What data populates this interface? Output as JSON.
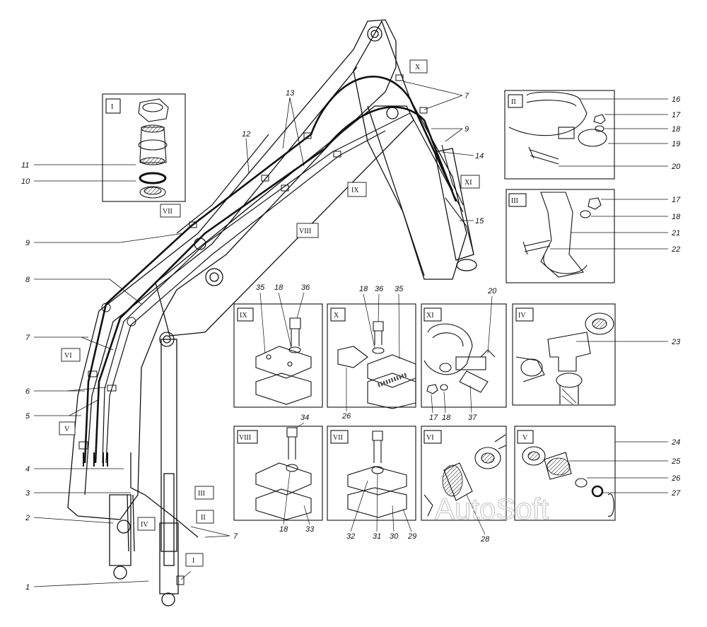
{
  "watermark": "AutoSoft",
  "main_labels": {
    "l1": "1",
    "l2": "2",
    "l3": "3",
    "l4": "4",
    "l5": "5",
    "l6": "6",
    "l7a": "7",
    "l7b": "7",
    "l7c": "7",
    "l8": "8",
    "l9a": "9",
    "l9b": "9",
    "l10": "10",
    "l11": "11",
    "l12": "12",
    "l13": "13",
    "l14": "14",
    "l15": "15"
  },
  "main_callouts": {
    "I": "I",
    "II": "II",
    "III": "III",
    "IV": "IV",
    "V": "V",
    "VI": "VI",
    "VII": "VII",
    "VIII": "VIII",
    "IX": "IX",
    "X": "X",
    "XI": "XI"
  },
  "detail_I": {
    "title": "I"
  },
  "detail_II": {
    "title": "II",
    "labels": [
      "16",
      "17",
      "18",
      "19",
      "20"
    ]
  },
  "detail_III": {
    "title": "III",
    "labels": [
      "17",
      "18",
      "21",
      "22"
    ]
  },
  "detail_IV": {
    "title": "IV",
    "labels": [
      "23"
    ]
  },
  "detail_V": {
    "title": "V",
    "labels": [
      "24",
      "25",
      "26",
      "27"
    ]
  },
  "detail_VI": {
    "title": "VI",
    "labels": [
      "28"
    ]
  },
  "detail_VII": {
    "title": "VII",
    "labels": [
      "32",
      "31",
      "30",
      "29"
    ]
  },
  "detail_VIII": {
    "title": "VIII",
    "labels": [
      "34",
      "18",
      "33"
    ]
  },
  "detail_IX": {
    "title": "IX",
    "labels": [
      "35",
      "18",
      "36"
    ]
  },
  "detail_X": {
    "title": "X",
    "labels": [
      "18",
      "36",
      "35",
      "26"
    ]
  },
  "detail_XI": {
    "title": "XI",
    "labels": [
      "20",
      "17",
      "18",
      "37"
    ]
  }
}
